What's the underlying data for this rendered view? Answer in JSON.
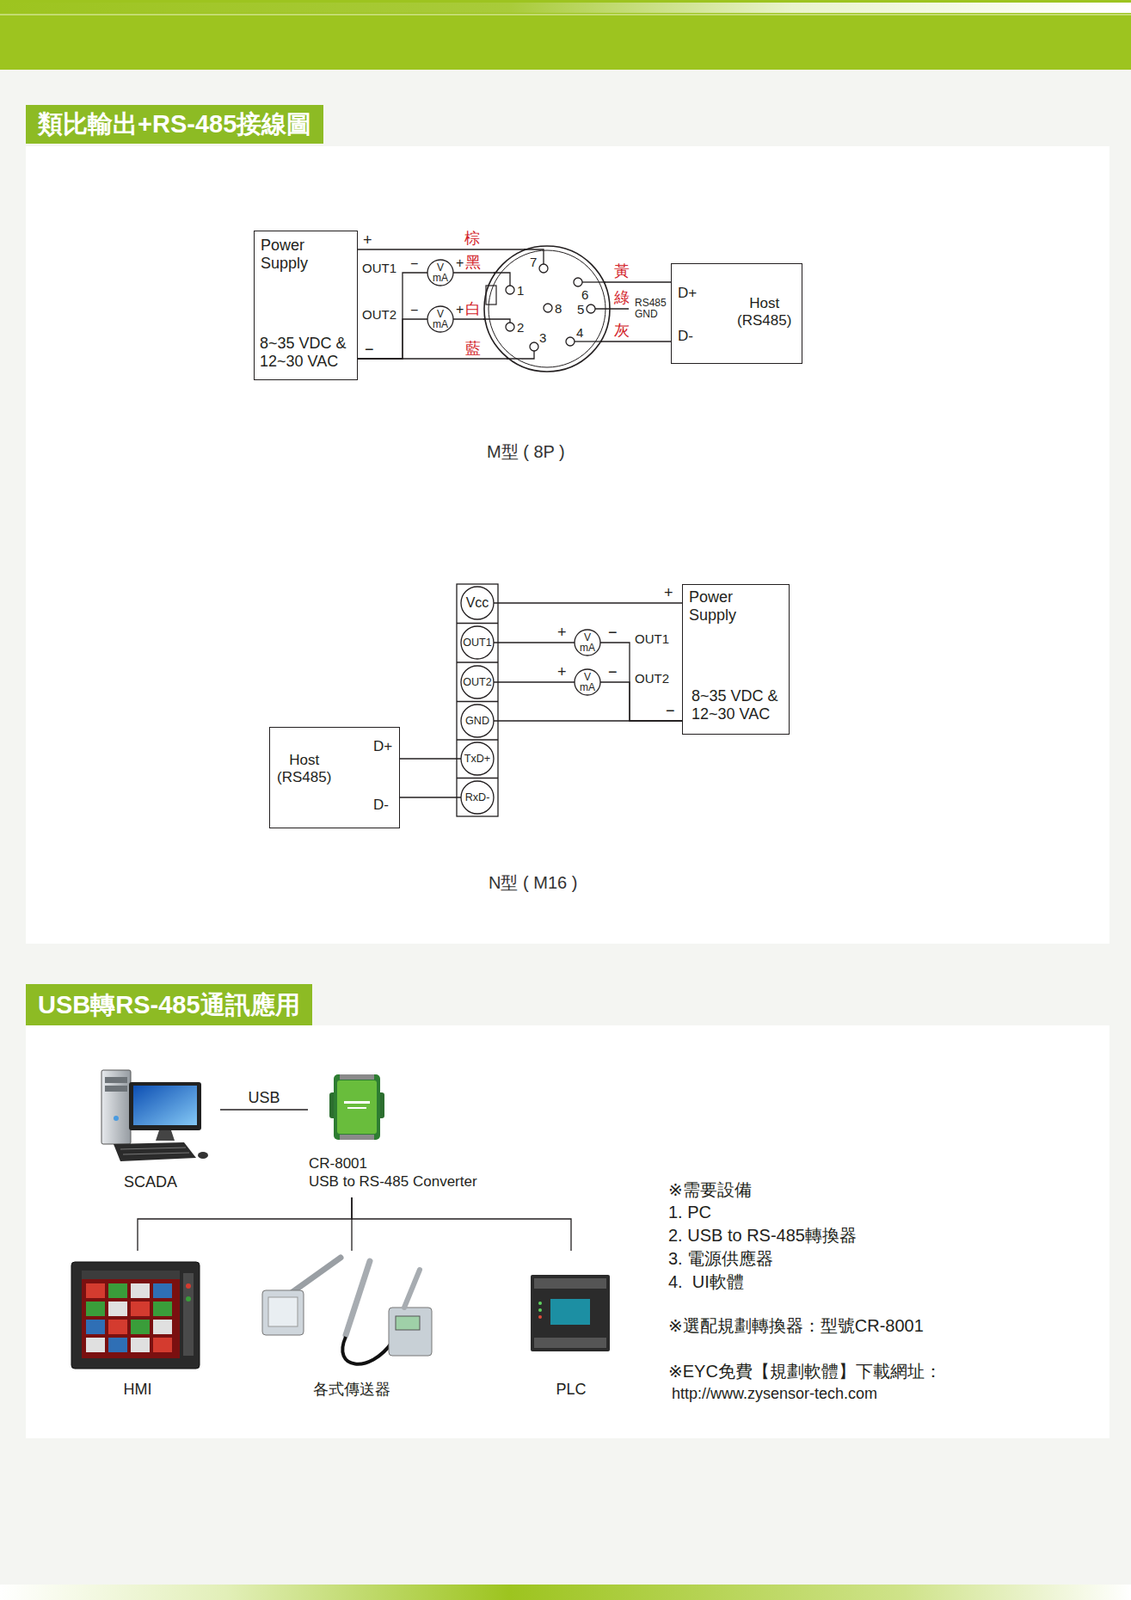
{
  "diagram": {
    "nodes": [
      {
        "text": [
          "類比輸出+RS-485接線圖"
        ]
      },
      {
        "text": [
          "Power Supply",
          "8~35 VDC & 12~30 VAC"
        ]
      },
      {
        "text": [
          "V mA"
        ]
      },
      {
        "text": [
          "V mA"
        ]
      },
      {
        "text": [
          "7",
          "1",
          "8",
          "6",
          "5",
          "2",
          "3",
          "4"
        ]
      },
      {
        "text": [
          "D+",
          "Host (RS485)",
          "D-"
        ]
      },
      {
        "text": [
          "Vcc"
        ]
      },
      {
        "text": [
          "OUT1"
        ]
      },
      {
        "text": [
          "V mA"
        ]
      },
      {
        "text": [
          "Power Supply",
          "8~35 VDC & 12~30 VAC"
        ]
      },
      {
        "text": [
          "OUT2"
        ]
      },
      {
        "text": [
          "V mA"
        ]
      },
      {
        "text": [
          "GND"
        ]
      },
      {
        "text": [
          "Host (RS485)",
          "D+",
          "D-"
        ]
      },
      {
        "text": [
          "TxD+"
        ]
      },
      {
        "text": [
          "RxD-"
        ]
      },
      {
        "text": [
          "USB轉RS-485通訊應用"
        ]
      },
      {
        "text": [
          "SCADA"
        ]
      },
      {
        "text": [
          "CR-8001",
          "USB to RS-485 Converter"
        ]
      },
      {
        "text": [
          "HMI"
        ]
      },
      {
        "text": [
          "各式傳送器"
        ]
      },
      {
        "text": [
          "PLC"
        ]
      }
    ],
    "edges": [
      {
        "from": 1,
        "to": 4,
        "arrow": "none"
      },
      {
        "from": 2,
        "to": 1,
        "arrow": "none"
      },
      {
        "from": 2,
        "to": 4,
        "arrow": "none"
      },
      {
        "from": 3,
        "to": 1,
        "arrow": "none"
      },
      {
        "from": 3,
        "to": 4,
        "arrow": "none"
      },
      {
        "from": 1,
        "to": 4,
        "arrow": "none"
      },
      {
        "from": 4,
        "to": 5,
        "arrow": "none"
      },
      {
        "from": 4,
        "to": 5,
        "arrow": "none"
      },
      {
        "from": 6,
        "to": 9,
        "arrow": "none"
      },
      {
        "from": 7,
        "to": 8,
        "arrow": "none"
      },
      {
        "from": 8,
        "to": 9,
        "arrow": "none"
      },
      {
        "from": 10,
        "to": 11,
        "arrow": "none"
      },
      {
        "from": 11,
        "to": 9,
        "arrow": "none"
      },
      {
        "from": 12,
        "to": 9,
        "arrow": "none"
      },
      {
        "from": 13,
        "to": 14,
        "arrow": "none"
      },
      {
        "from": 13,
        "to": 15,
        "arrow": "none"
      },
      {
        "from": 17,
        "to": 18,
        "label": "USB",
        "arrow": "none"
      },
      {
        "from": 18,
        "to": 19,
        "arrow": "none"
      },
      {
        "from": 18,
        "to": 20,
        "arrow": "none"
      },
      {
        "from": 18,
        "to": 21,
        "arrow": "none"
      }
    ],
    "labels": [
      "棕",
      "+",
      "黑",
      "−",
      "+",
      "OUT1",
      "黃",
      "綠",
      "RS485 GND",
      "白",
      "−",
      "+",
      "OUT2",
      "灰",
      "藍",
      "−",
      "M型 ( 8P )",
      "+",
      "+",
      "−",
      "OUT1",
      "+",
      "−",
      "OUT2",
      "−",
      "N型 ( M16 )",
      "※需要設備",
      "1. PC",
      "2. USB to RS-485轉換器",
      "3. 電源供應器",
      "4.  UI軟體",
      "※選配規劃轉換器：型號CR-8001",
      "※EYC免費【規劃軟體】下載網址：",
      "http://www.zysensor-tech.com"
    ]
  }
}
